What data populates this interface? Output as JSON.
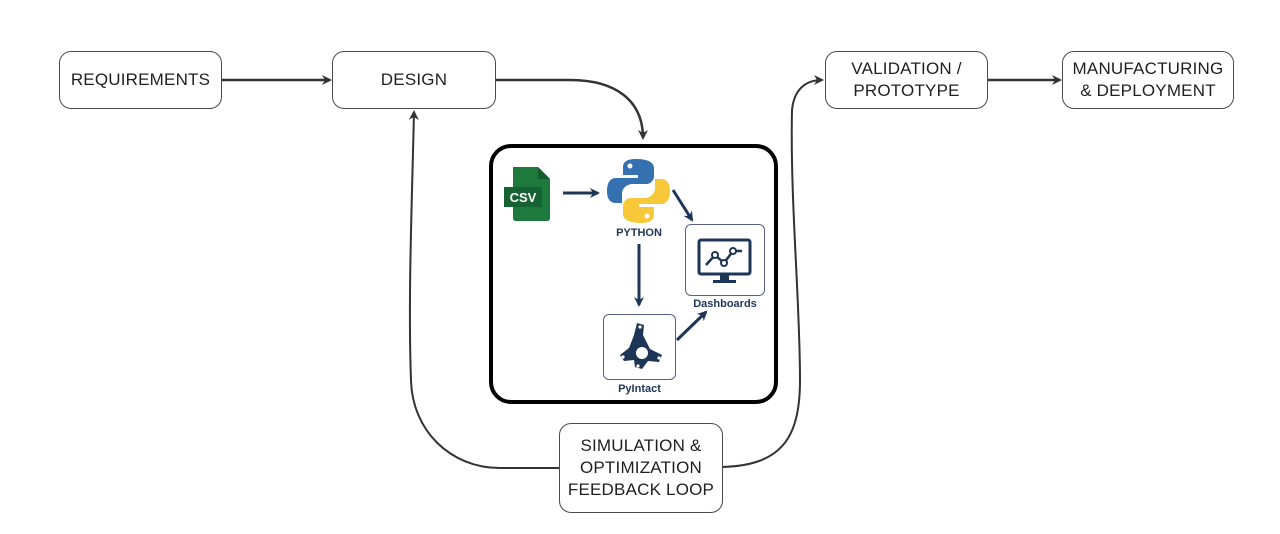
{
  "diagram": {
    "nodes": {
      "requirements": "REQUIREMENTS",
      "design": "DESIGN",
      "validation": "VALIDATION /\nPROTOTYPE",
      "manufacturing": "MANUFACTURING\n& DEPLOYMENT",
      "simulation": "SIMULATION &\nOPTIMIZATION\nFEEDBACK LOOP"
    },
    "pipeline": {
      "csv_label": "CSV",
      "python_label": "PYTHON",
      "dashboards_label": "Dashboards",
      "pyintact_label": "PyIntact"
    },
    "colors": {
      "connector": "#333333",
      "pipeline_arrow": "#1d3557",
      "csv_green": "#1e7a3c",
      "python_blue": "#3571b0",
      "python_yellow": "#f7c93a"
    },
    "edges": [
      {
        "from": "requirements",
        "to": "design"
      },
      {
        "from": "design",
        "to": "pipeline"
      },
      {
        "from": "simulation",
        "to": "design"
      },
      {
        "from": "simulation",
        "to": "validation"
      },
      {
        "from": "validation",
        "to": "manufacturing"
      },
      {
        "from": "csv",
        "to": "python"
      },
      {
        "from": "python",
        "to": "dashboards"
      },
      {
        "from": "python",
        "to": "pyintact"
      },
      {
        "from": "pyintact",
        "to": "dashboards"
      }
    ]
  }
}
